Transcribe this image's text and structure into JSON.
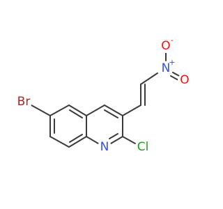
{
  "molecule": {
    "atoms": {
      "br": {
        "label": "Br",
        "color": "#a62929"
      },
      "n_ring": {
        "label": "N",
        "color": "#3050f8"
      },
      "cl": {
        "label": "Cl",
        "color": "#1fa01f"
      },
      "n_nitro": {
        "label": "N",
        "charge": "+",
        "color": "#3050f8"
      },
      "o_minus": {
        "label": "O",
        "charge": "-",
        "color": "#ff0d0d"
      },
      "o_double": {
        "label": "O",
        "color": "#ff0d0d"
      }
    },
    "bond_color": "#3b3b3b"
  }
}
